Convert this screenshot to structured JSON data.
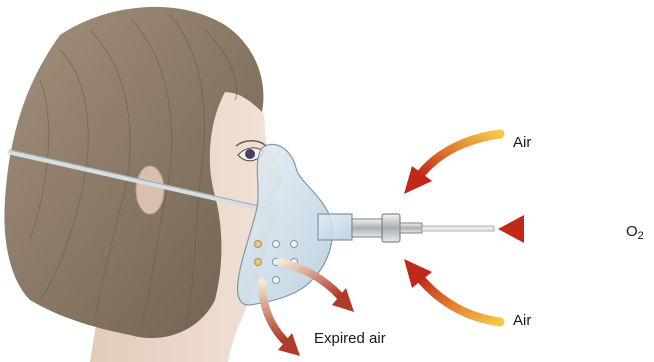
{
  "labels": {
    "air_top": "Air",
    "air_bottom": "Air",
    "expired_air": "Expired air",
    "o2_symbol": "O",
    "o2_subscript": "2"
  },
  "colors": {
    "hair": "#8c7a68",
    "skin": "#ead8cc",
    "mask": "#cfe0ec",
    "arrow_hot": "#c0281a",
    "arrow_cool": "#f0c040",
    "expired_cool": "#f3ead2",
    "expired_hot": "#b03a2a"
  }
}
